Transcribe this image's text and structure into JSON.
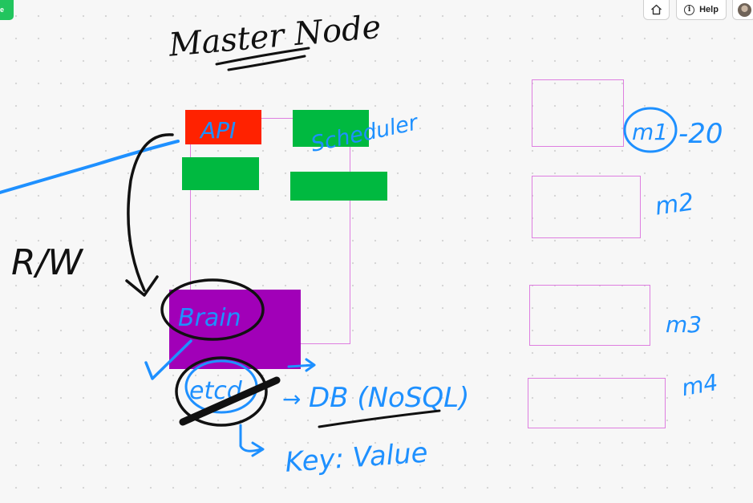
{
  "toolbar": {
    "left_tab_label": "te",
    "help_label": "Help",
    "info_glyph": "i",
    "home_icon": "home-icon",
    "avatar_icon": "user-avatar"
  },
  "whiteboard": {
    "title": "Master Node",
    "labels": {
      "api": "API",
      "scheduler": "Scheduler",
      "read_write": "R/W",
      "brain": "Brain",
      "etcd": "etcd",
      "arrow": "→",
      "db": "DB (NoSQL)",
      "kv": "Key: Value",
      "node1": "m1",
      "node1_count": "-20",
      "node2": "m2",
      "node3": "m3",
      "node4": "m4"
    },
    "colors": {
      "api_box": "#ff2200",
      "scheduler_box": "#00b940",
      "green_box": "#00b940",
      "brain_box": "#a100b8",
      "outline": "#de7ee0",
      "ink_blue": "#1e90ff",
      "ink_black": "#111111",
      "brand_green": "#22c55e"
    }
  }
}
